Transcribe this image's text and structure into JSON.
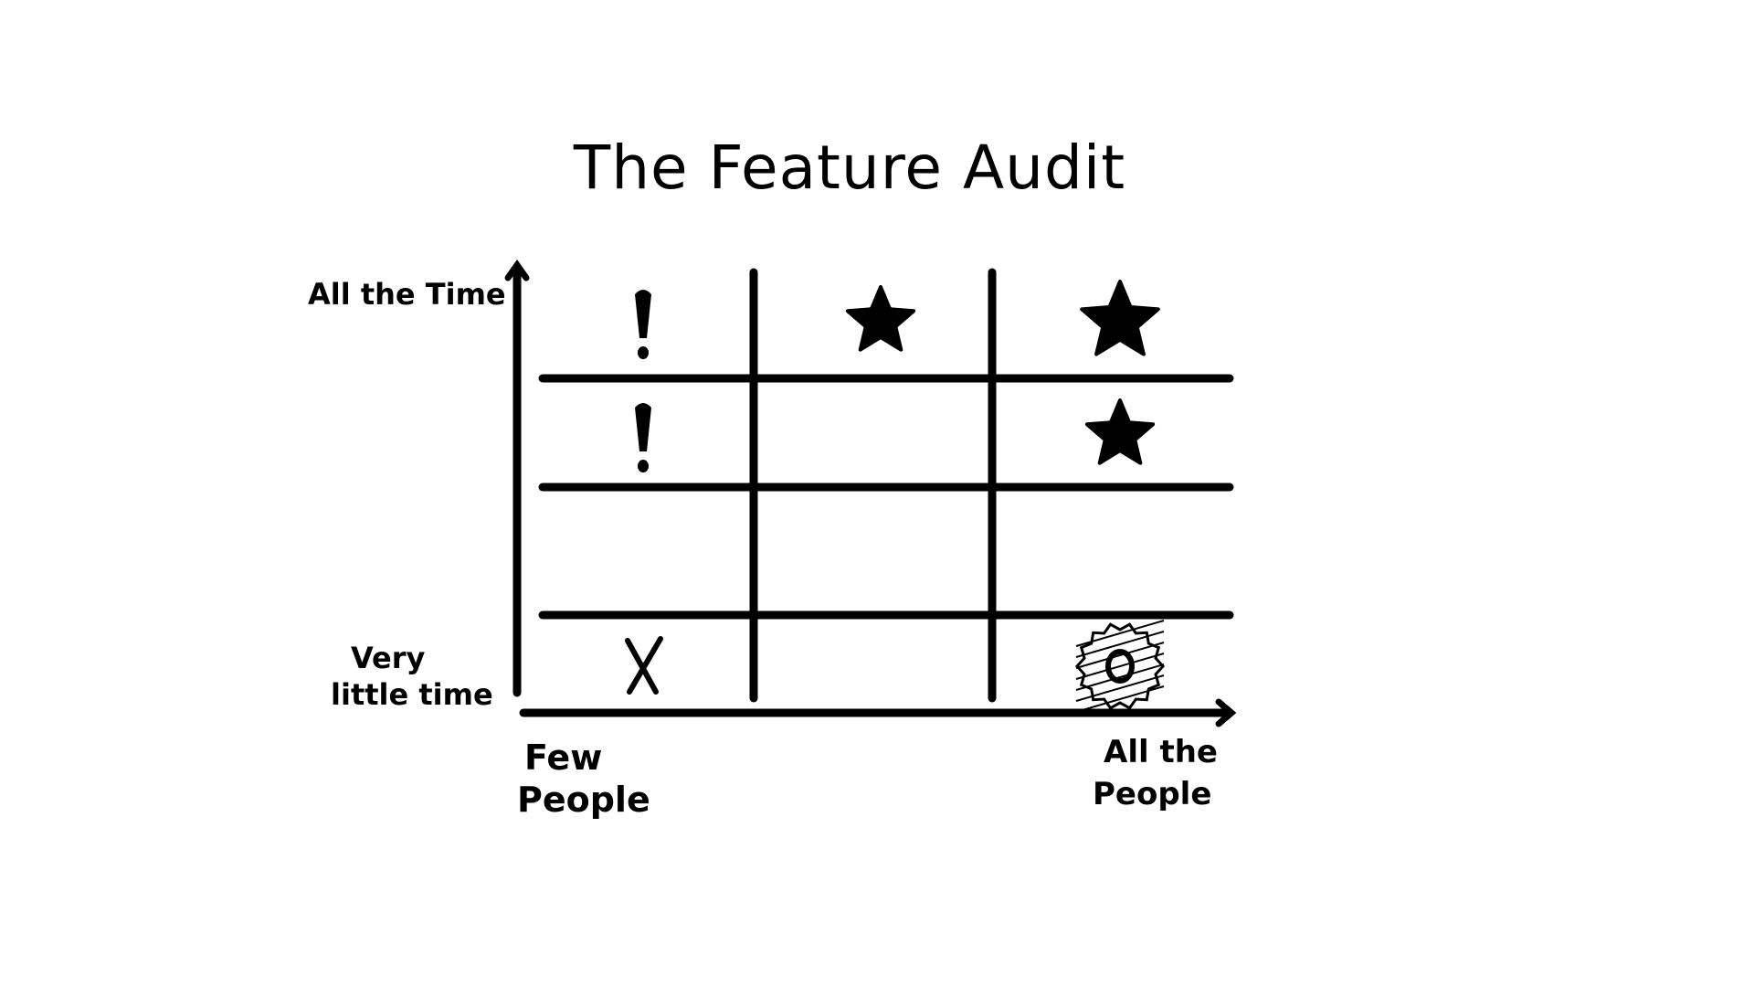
{
  "title": "The Feature Audit",
  "y_axis": {
    "top_label": "All the Time",
    "bottom_label_line1": "Very",
    "bottom_label_line2": "little time"
  },
  "x_axis": {
    "left_label_line1": "Few",
    "left_label_line2": "People",
    "right_label_line1": "All the",
    "right_label_line2": "People"
  },
  "grid": {
    "rows": 4,
    "cols": 3,
    "marks": [
      {
        "row": 0,
        "col": 0,
        "symbol": "exclamation"
      },
      {
        "row": 0,
        "col": 1,
        "symbol": "star"
      },
      {
        "row": 0,
        "col": 2,
        "symbol": "star"
      },
      {
        "row": 1,
        "col": 0,
        "symbol": "exclamation"
      },
      {
        "row": 1,
        "col": 2,
        "symbol": "star"
      },
      {
        "row": 3,
        "col": 0,
        "symbol": "x"
      },
      {
        "row": 3,
        "col": 2,
        "symbol": "gear"
      }
    ]
  }
}
